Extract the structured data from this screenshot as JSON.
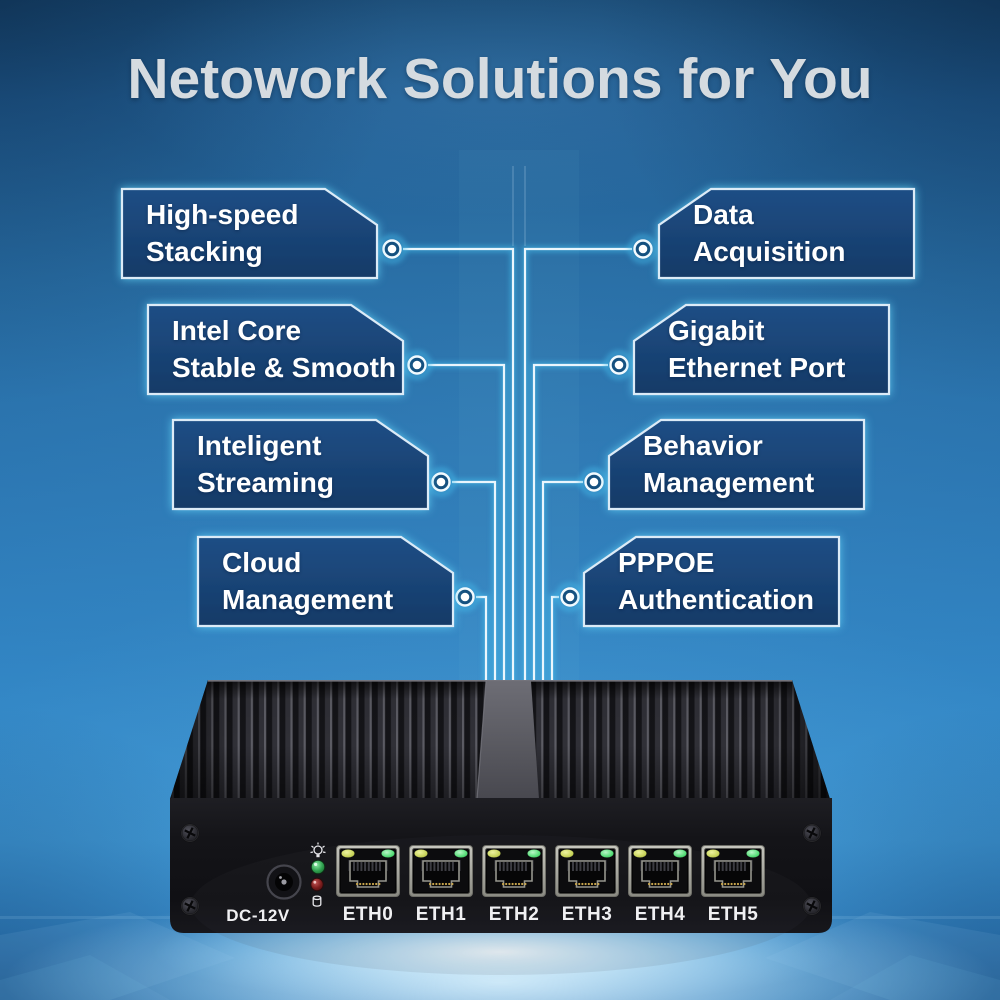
{
  "title": "Netowork Solutions for You",
  "features": {
    "left": [
      {
        "line1": "High-speed",
        "line2": "Stacking"
      },
      {
        "line1": "Intel Core",
        "line2": "Stable & Smooth"
      },
      {
        "line1": "Inteligent",
        "line2": "Streaming"
      },
      {
        "line1": "Cloud",
        "line2": "Management"
      }
    ],
    "right": [
      {
        "line1": "Data",
        "line2": "Acquisition"
      },
      {
        "line1": "Gigabit",
        "line2": "Ethernet Port"
      },
      {
        "line1": "Behavior",
        "line2": "Management"
      },
      {
        "line1": "PPPOE",
        "line2": "Authentication"
      }
    ]
  },
  "device": {
    "dc_label": "DC-12V",
    "ports": [
      "ETH0",
      "ETH1",
      "ETH2",
      "ETH3",
      "ETH4",
      "ETH5"
    ],
    "leds": {
      "power": "green",
      "storage": "red"
    },
    "icons": {
      "power": "lightbulb-icon",
      "storage": "hdd-cylinder-icon"
    }
  },
  "colors": {
    "background_blue": "#2a75b1",
    "box_fill_top": "#1e4e85",
    "box_fill_bottom": "#153a67",
    "box_border": "#dcebf7",
    "glow_cyan": "#5ed0f5",
    "title_text": "#d5dbe0",
    "label_text": "#ffffff",
    "led_green": "#2fa04f",
    "led_red": "#7c1d1d",
    "port_led_left": "#c8d45a",
    "port_led_right": "#55dd77"
  }
}
